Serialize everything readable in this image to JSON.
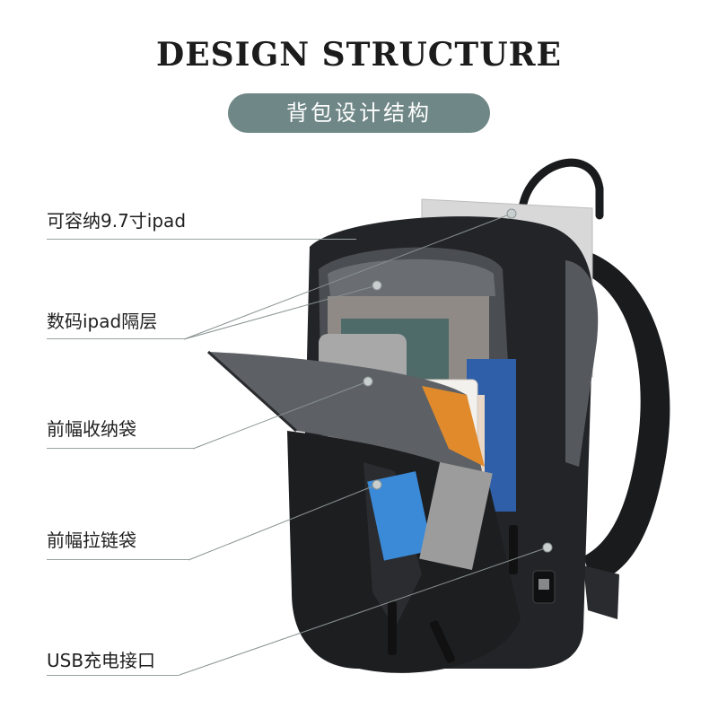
{
  "header": {
    "title": "DESIGN STRUCTURE",
    "subtitle": "背包设计结构"
  },
  "callouts": [
    {
      "label": "可容纳9.7寸ipad"
    },
    {
      "label": "数码ipad隔层"
    },
    {
      "label": "前幅收纳袋"
    },
    {
      "label": "前幅拉链袋"
    },
    {
      "label": "USB充电接口"
    }
  ],
  "colors": {
    "pill": "#6f8786",
    "bag": "#1e1f21",
    "accent": "#e08a2c",
    "leader": "#8a9393"
  }
}
